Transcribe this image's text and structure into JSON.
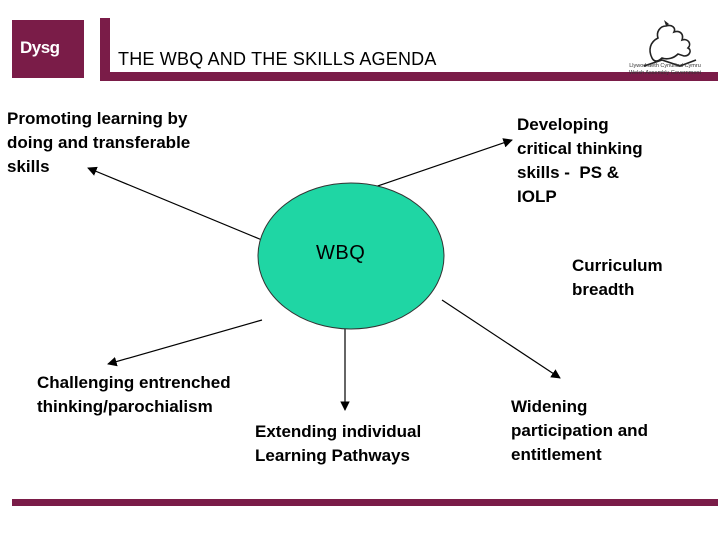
{
  "header": {
    "logo_text": "Dysg",
    "title": "THE WBQ AND THE SKILLS AGENDA",
    "crest_line1": "Llywodraeth Cynulliad Cymru",
    "crest_line2": "Welsh Assembly Government"
  },
  "diagram": {
    "center_label": "WBQ",
    "center_color": "#1fd6a4",
    "accent_color": "#7a1c48",
    "nodes": {
      "promoting": "Promoting learning by\ndoing and transferable\nskills",
      "developing": "Developing\ncritical thinking\nskills -  PS &\nIOLP",
      "curriculum": "Curriculum\nbreadth",
      "challenging": "Challenging entrenched\nthinking/parochialism",
      "extending": "Extending individual\nLearning Pathways",
      "widening": "Widening\nparticipation and\nentitlement"
    }
  }
}
